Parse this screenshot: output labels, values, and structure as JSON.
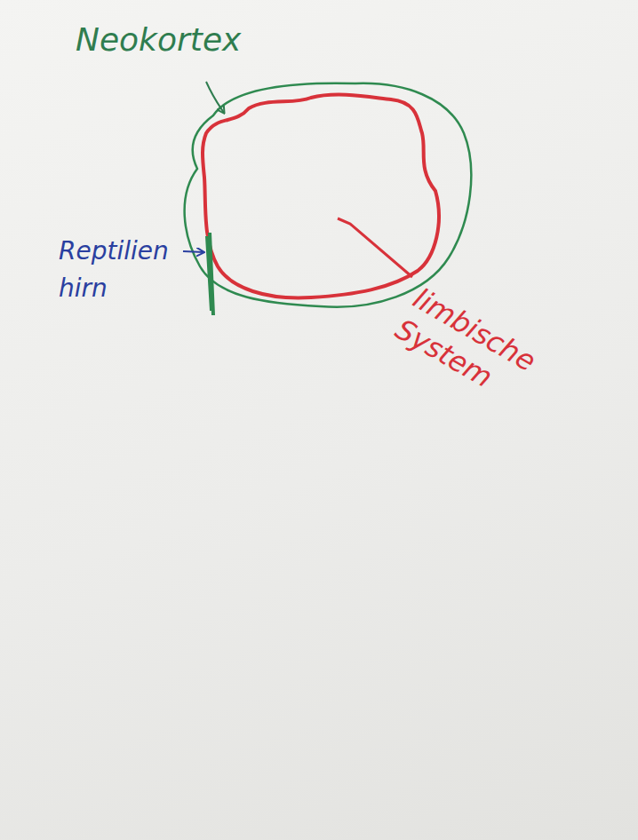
{
  "diagram": {
    "labels": [
      "Neokortex",
      "Reptilien hirn",
      "limbische System"
    ]
  }
}
